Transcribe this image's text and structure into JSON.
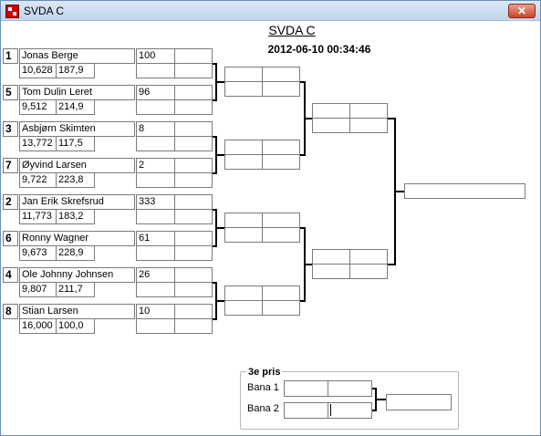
{
  "window": {
    "title": "SVDA C",
    "close_glyph": "✕"
  },
  "header": {
    "title": "SVDA C",
    "datetime": "2012-06-10 00:34:46"
  },
  "players": [
    {
      "seed": "1",
      "name": "Jonas Berge",
      "stat1": "10,628",
      "stat2": "187,9",
      "score": "100"
    },
    {
      "seed": "5",
      "name": "Tom Dulin Leret",
      "stat1": "9,512",
      "stat2": "214,9",
      "score": "96"
    },
    {
      "seed": "3",
      "name": "Asbjørn Skimten",
      "stat1": "13,772",
      "stat2": "117,5",
      "score": "8"
    },
    {
      "seed": "7",
      "name": "Øyvind Larsen",
      "stat1": "9,722",
      "stat2": "223,8",
      "score": "2"
    },
    {
      "seed": "2",
      "name": "Jan Erik Skrefsrud",
      "stat1": "11,773",
      "stat2": "183,2",
      "score": "333"
    },
    {
      "seed": "6",
      "name": "Ronny Wagner",
      "stat1": "9,673",
      "stat2": "228,9",
      "score": "61"
    },
    {
      "seed": "4",
      "name": "Ole Johnny Johnsen",
      "stat1": "9,807",
      "stat2": "211,7",
      "score": "26"
    },
    {
      "seed": "8",
      "name": "Stian Larsen",
      "stat1": "16,000",
      "stat2": "100,0",
      "score": "10"
    }
  ],
  "third_place": {
    "title": "3e pris",
    "lane1": "Bana 1",
    "lane2": "Bana 2"
  }
}
